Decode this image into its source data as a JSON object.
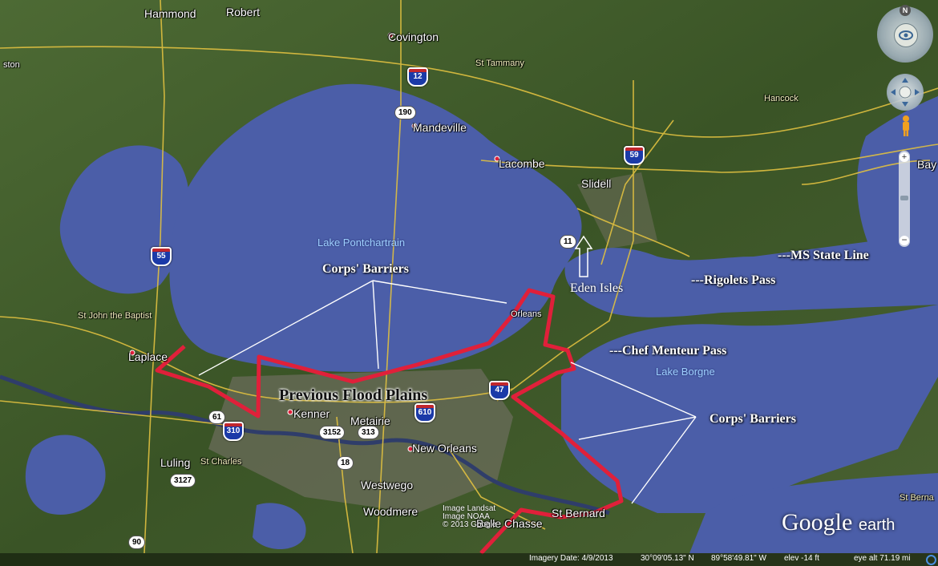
{
  "places": {
    "hammond": "Hammond",
    "robert": "Robert",
    "covington": "Covington",
    "st_tammany": "St Tammany",
    "ston": "ston",
    "mandeville": "Mandeville",
    "lacombe": "Lacombe",
    "slidell": "Slidell",
    "hancock": "Hancock",
    "bay": "Bay",
    "st_john": "St John the Baptist",
    "laplace": "Laplace",
    "orleans": "Orleans",
    "kenner": "Kenner",
    "metairie": "Metairie",
    "new_orleans": "New Orleans",
    "luling": "Luling",
    "st_charles": "St Charles",
    "westwego": "Westwego",
    "woodmere": "Woodmere",
    "belle_chasse": "Belle Chasse",
    "st_bernard": "St Bernard",
    "st_berna_right": "St Berna",
    "lake_pontchartrain": "Lake Pontchartrain",
    "lake_borgne": "Lake Borgne"
  },
  "roads": {
    "i12": "12",
    "r190": "190",
    "i59": "59",
    "i55": "55",
    "r11": "11",
    "i610": "610",
    "i47": "47",
    "r61": "61",
    "i310": "310",
    "r3152": "3152",
    "r313": "313",
    "r18": "18",
    "r3127": "3127",
    "r90": "90"
  },
  "annotations": {
    "corps_barriers_top": "Corps' Barriers",
    "corps_barriers_bottom": "Corps' Barriers",
    "previous_flood_plains": "Previous Flood Plains",
    "eden_isles": "Eden Isles",
    "ms_state_line": "---MS State Line",
    "rigolets_pass": "---Rigolets Pass",
    "chef_menteur_pass": "---Chef Menteur Pass"
  },
  "imagery_credits": {
    "line1": "Image Landsat",
    "line2": "Image NOAA",
    "line3": "© 2013 Google"
  },
  "logo": {
    "brand": "Google",
    "product": "earth"
  },
  "statusbar": {
    "imagery_date": "Imagery Date: 4/9/2013",
    "lat": "30°09'05.13\" N",
    "lon": "89°58'49.81\" W",
    "elev": "elev   -14 ft",
    "eye_alt": "eye alt  71.19 mi"
  },
  "nav": {
    "north": "N"
  },
  "colors": {
    "water": "#4b5ea8",
    "land": "#3f5a2a",
    "flood_boundary": "#e0203a",
    "road": "#e0c040"
  }
}
